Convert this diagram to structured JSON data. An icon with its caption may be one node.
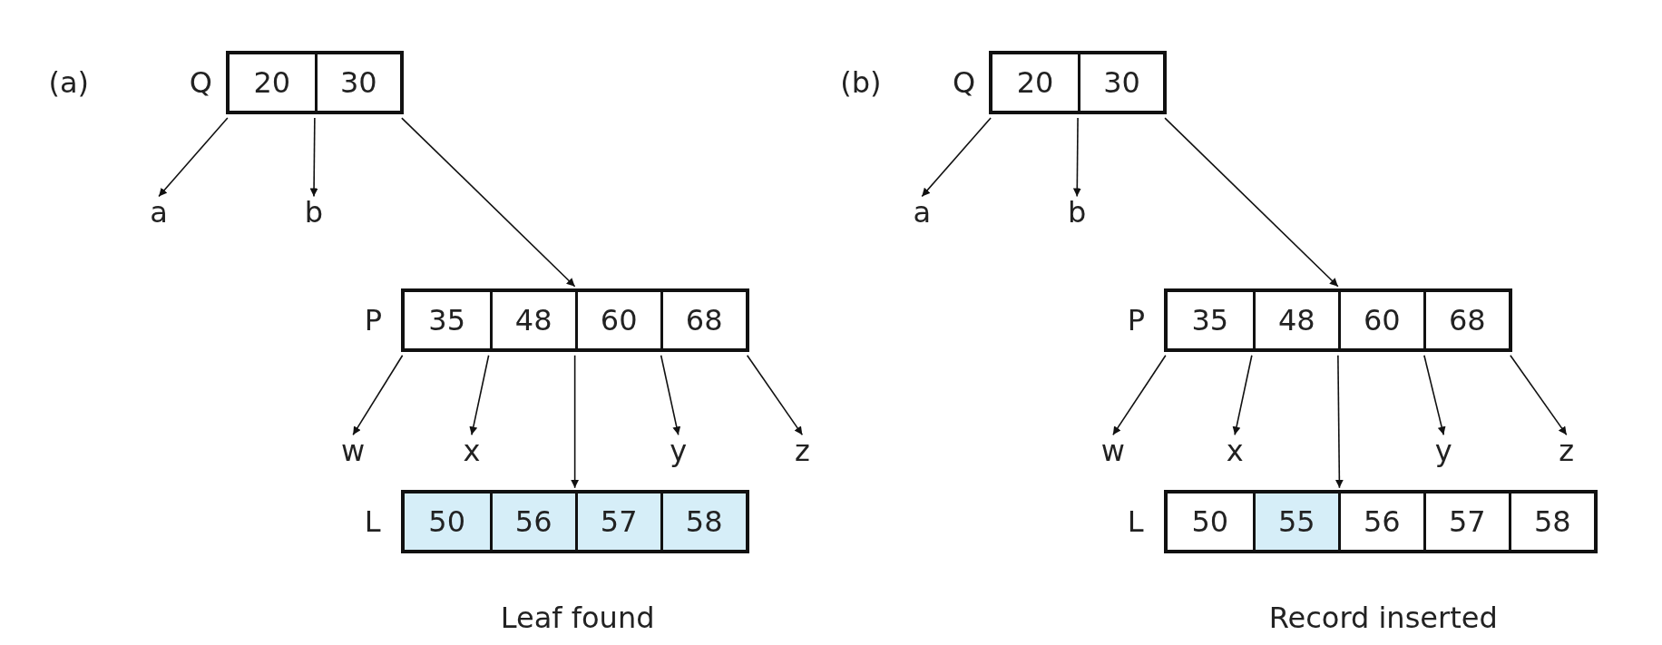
{
  "diagram": {
    "nodes": [
      {
        "text": [
          "Q"
        ]
      },
      {
        "text": [
          "20"
        ],
        "in": 0
      },
      {
        "text": [
          "30"
        ],
        "in": 0
      },
      {
        "text": [
          "a"
        ]
      },
      {
        "text": [
          "b"
        ]
      },
      {
        "text": [
          "P"
        ]
      },
      {
        "text": [
          "35"
        ],
        "in": 5
      },
      {
        "text": [
          "48"
        ],
        "in": 5
      },
      {
        "text": [
          "60"
        ],
        "in": 5
      },
      {
        "text": [
          "68"
        ],
        "in": 5
      },
      {
        "text": [
          "w"
        ]
      },
      {
        "text": [
          "x"
        ]
      },
      {
        "text": [
          "y"
        ]
      },
      {
        "text": [
          "z"
        ]
      },
      {
        "text": [
          "L"
        ]
      },
      {
        "text": [
          "50"
        ],
        "in": 14
      },
      {
        "text": [
          "56"
        ],
        "in": 14
      },
      {
        "text": [
          "57"
        ],
        "in": 14
      },
      {
        "text": [
          "58"
        ],
        "in": 14
      },
      {
        "text": [
          "Q"
        ]
      },
      {
        "text": [
          "20"
        ],
        "in": 19
      },
      {
        "text": [
          "30"
        ],
        "in": 19
      },
      {
        "text": [
          "a"
        ]
      },
      {
        "text": [
          "b"
        ]
      },
      {
        "text": [
          "P"
        ]
      },
      {
        "text": [
          "35"
        ],
        "in": 24
      },
      {
        "text": [
          "48"
        ],
        "in": 24
      },
      {
        "text": [
          "60"
        ],
        "in": 24
      },
      {
        "text": [
          "68"
        ],
        "in": 24
      },
      {
        "text": [
          "w"
        ]
      },
      {
        "text": [
          "x"
        ]
      },
      {
        "text": [
          "y"
        ]
      },
      {
        "text": [
          "z"
        ]
      },
      {
        "text": [
          "L"
        ]
      },
      {
        "text": [
          "50"
        ],
        "in": 33
      },
      {
        "text": [
          "55"
        ],
        "in": 33
      },
      {
        "text": [
          "56"
        ],
        "in": 33
      },
      {
        "text": [
          "57"
        ],
        "in": 33
      },
      {
        "text": [
          "58"
        ],
        "in": 33
      }
    ],
    "edges": [
      {
        "from": 0,
        "to": 3,
        "arrow": "to"
      },
      {
        "from": 0,
        "to": 4,
        "arrow": "to"
      },
      {
        "from": 0,
        "to": 5,
        "arrow": "to"
      },
      {
        "from": 5,
        "to": 10,
        "arrow": "to"
      },
      {
        "from": 5,
        "to": 11,
        "arrow": "to"
      },
      {
        "from": 5,
        "to": 14,
        "arrow": "to"
      },
      {
        "from": 5,
        "to": 12,
        "arrow": "to"
      },
      {
        "from": 5,
        "to": 13,
        "arrow": "to"
      },
      {
        "from": 19,
        "to": 22,
        "arrow": "to"
      },
      {
        "from": 19,
        "to": 23,
        "arrow": "to"
      },
      {
        "from": 19,
        "to": 24,
        "arrow": "to"
      },
      {
        "from": 24,
        "to": 29,
        "arrow": "to"
      },
      {
        "from": 24,
        "to": 30,
        "arrow": "to"
      },
      {
        "from": 24,
        "to": 33,
        "arrow": "to"
      },
      {
        "from": 24,
        "to": 31,
        "arrow": "to"
      },
      {
        "from": 24,
        "to": 32,
        "arrow": "to"
      }
    ],
    "labels": [
      "(a)",
      "(b)",
      "Leaf found",
      "Record inserted"
    ]
  }
}
